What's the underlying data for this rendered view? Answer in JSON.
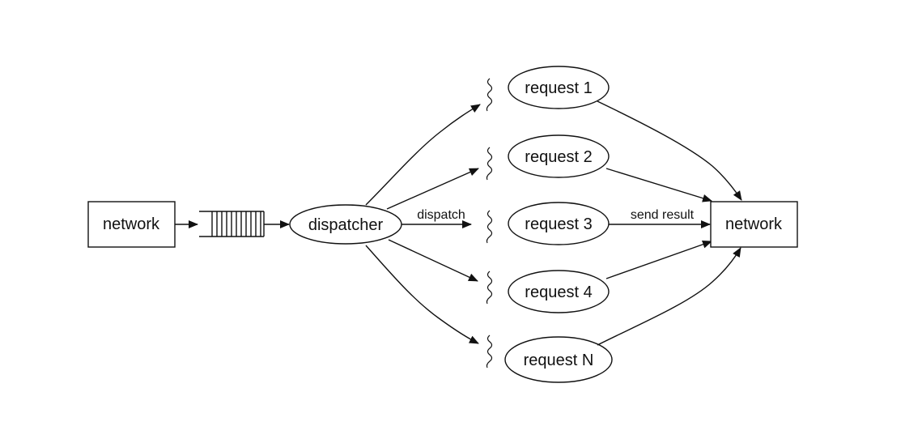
{
  "diagram": {
    "source_label": "network",
    "dispatcher_label": "dispatcher",
    "sink_label": "network",
    "dispatch_edge_label": "dispatch",
    "send_result_edge_label": "send result",
    "requests": [
      {
        "label": "request 1"
      },
      {
        "label": "request 2"
      },
      {
        "label": "request 3"
      },
      {
        "label": "request 4"
      },
      {
        "label": "request N"
      }
    ]
  }
}
